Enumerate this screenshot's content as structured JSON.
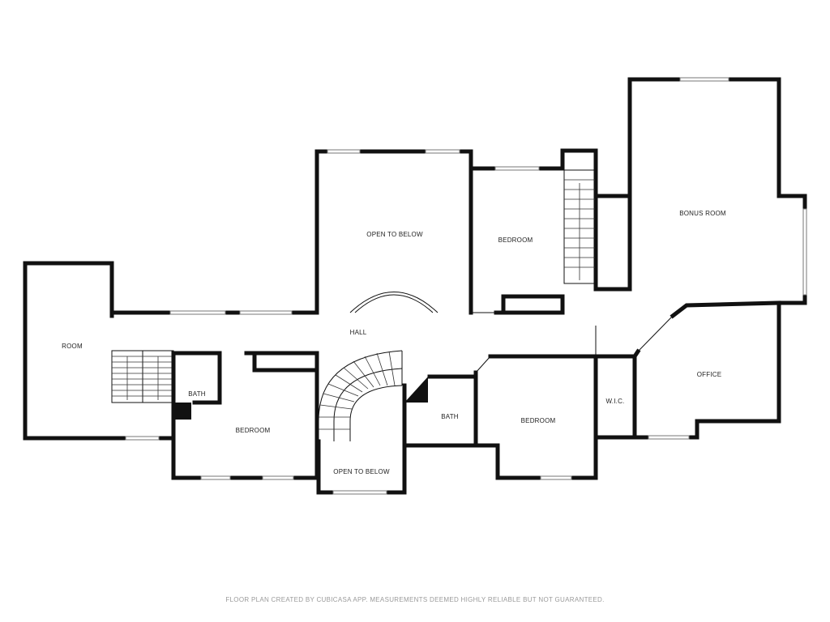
{
  "rooms": {
    "room": "ROOM",
    "open_to_below_top": "OPEN TO BELOW",
    "bedroom_top": "BEDROOM",
    "bonus_room": "BONUS ROOM",
    "hall": "HALL",
    "bath_left": "BATH",
    "bedroom_left": "BEDROOM",
    "open_to_below_bottom": "OPEN TO BELOW",
    "bath_center": "BATH",
    "bedroom_right": "BEDROOM",
    "wic": "W.I.C.",
    "office": "OFFICE"
  },
  "footer": {
    "note": "FLOOR PLAN CREATED BY CUBICASA APP. MEASUREMENTS DEEMED HIGHLY RELIABLE BUT NOT GUARANTEED."
  },
  "colors": {
    "wall": "#111111",
    "background": "#ffffff",
    "footer_text": "#9a9a9a"
  }
}
